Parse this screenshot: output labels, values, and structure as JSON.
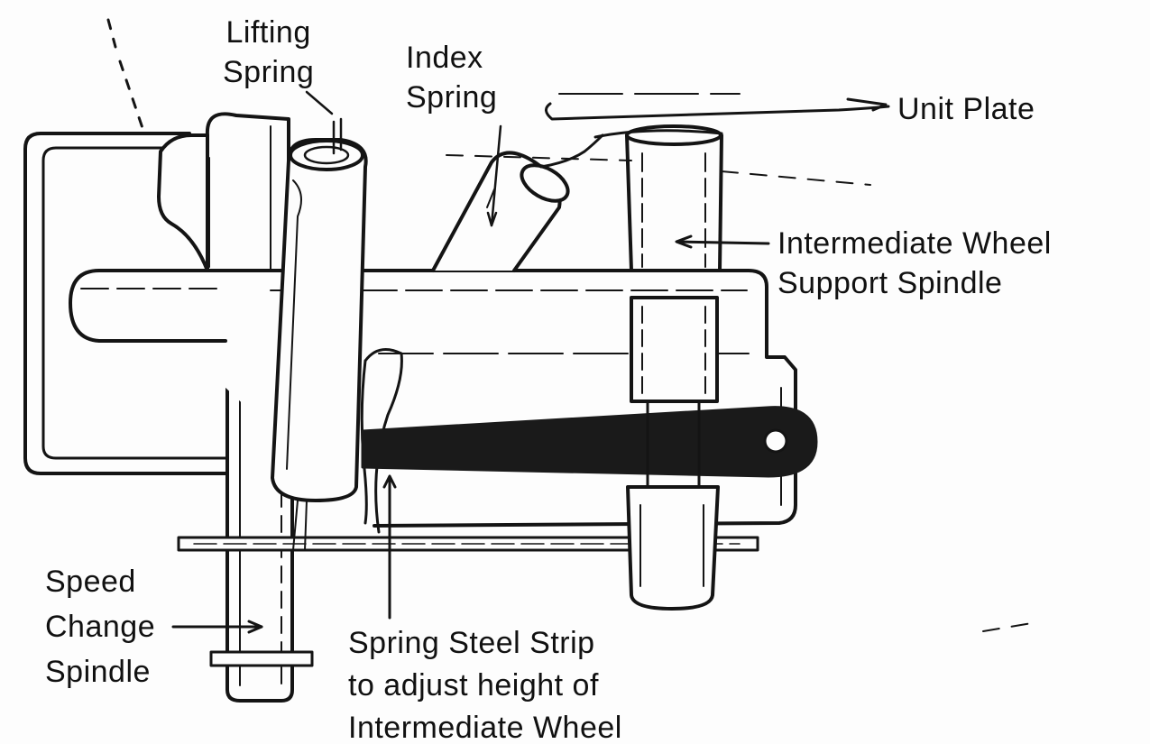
{
  "labels": {
    "lifting_spring": [
      "Lifting",
      "Spring"
    ],
    "index_spring": [
      "Index",
      "Spring"
    ],
    "unit_plate": [
      "Unit Plate"
    ],
    "intermediate_wheel_spindle": [
      "Intermediate Wheel",
      "Support Spindle"
    ],
    "speed_change_spindle": [
      "Speed",
      "Change",
      "Spindle"
    ],
    "spring_steel_strip": [
      "Spring Steel Strip",
      "to adjust height of",
      "Intermediate Wheel"
    ]
  },
  "style": {
    "ink": "#141414",
    "paper": "#fdfdfd",
    "strip_fill": "#1a1a1a"
  }
}
